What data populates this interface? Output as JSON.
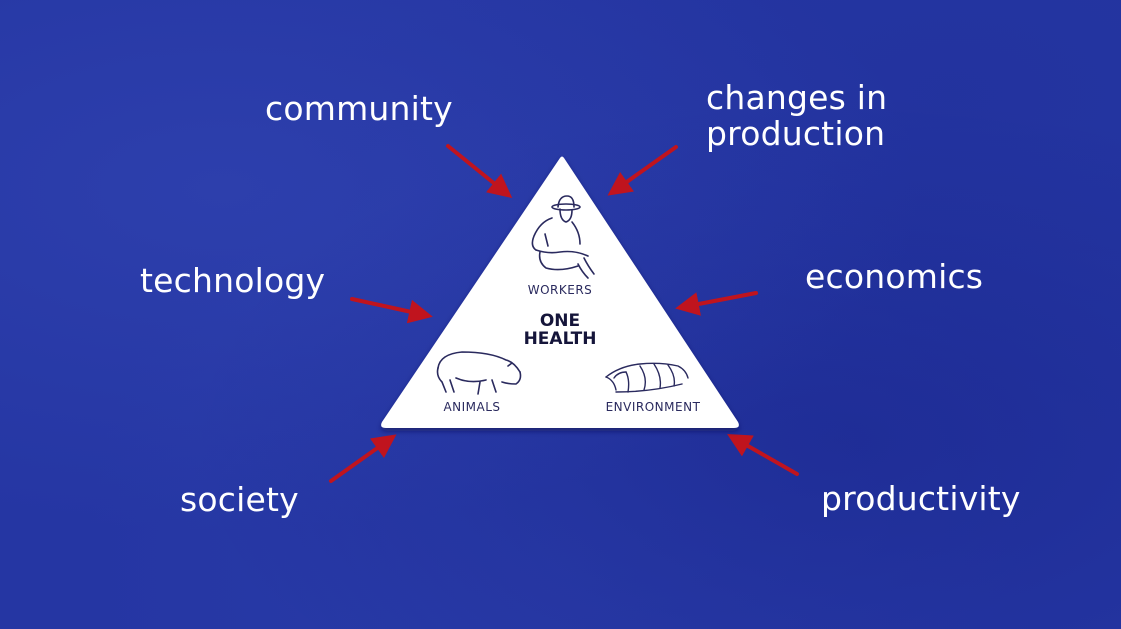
{
  "diagram": {
    "center": {
      "title_line1": "ONE",
      "title_line2": "HEALTH"
    },
    "vertices": {
      "top": {
        "label": "WORKERS",
        "icon": "worker-icon"
      },
      "bottom_left": {
        "label": "ANIMALS",
        "icon": "pig-icon"
      },
      "bottom_right": {
        "label": "ENVIRONMENT",
        "icon": "greenhouse-icon"
      }
    },
    "factors": {
      "top_left": "community",
      "top_right_line1": "changes in",
      "top_right_line2": "production",
      "middle_left": "technology",
      "middle_right": "economics",
      "bottom_left": "society",
      "bottom_right": "productivity"
    },
    "colors": {
      "background": "#2536a3",
      "triangle": "#ffffff",
      "arrow": "#c0141e",
      "text": "#ffffff",
      "icon_ink": "#2a2a5e"
    }
  }
}
